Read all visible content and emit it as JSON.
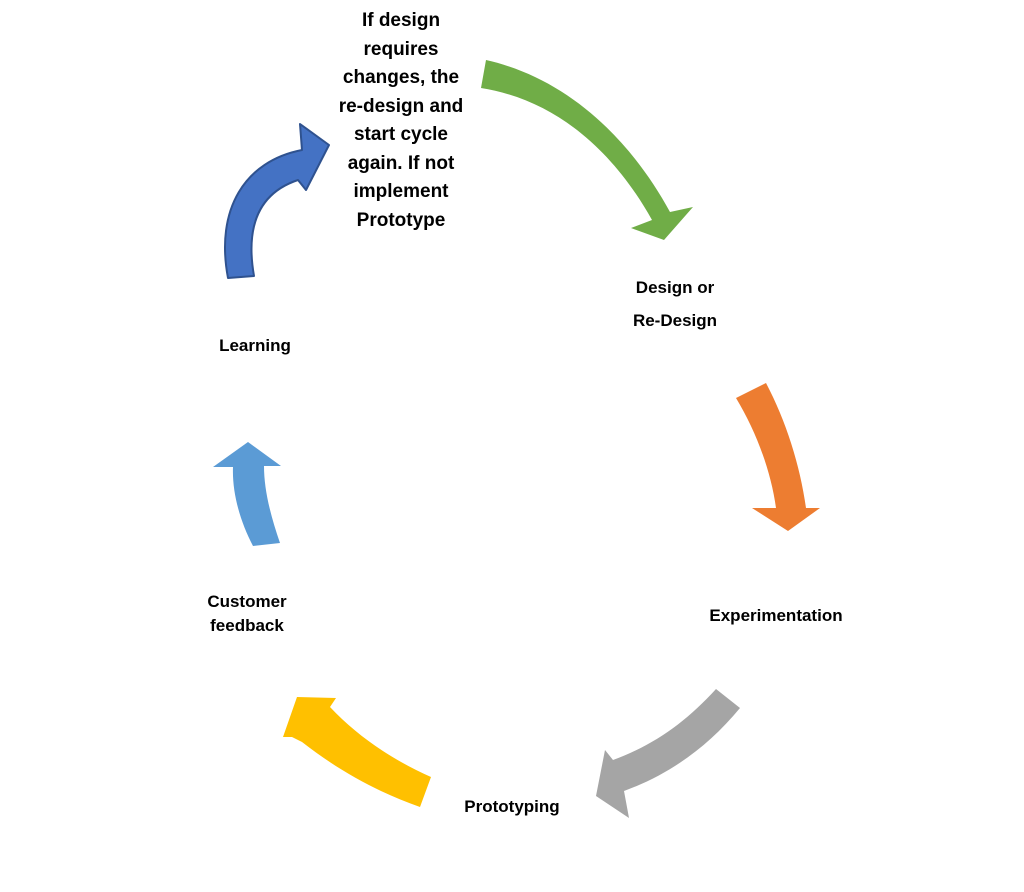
{
  "diagram": {
    "type": "cycle",
    "steps": [
      {
        "id": "design",
        "lines": [
          "Design or",
          "Re-Design"
        ]
      },
      {
        "id": "experimentation",
        "lines": [
          "Experimentation"
        ]
      },
      {
        "id": "prototyping",
        "lines": [
          "Prototyping"
        ]
      },
      {
        "id": "customer-feedback",
        "lines": [
          "Customer",
          "feedback"
        ]
      },
      {
        "id": "learning",
        "lines": [
          "Learning"
        ]
      }
    ],
    "decision_note": {
      "lines": [
        "If design",
        "requires",
        "changes, the",
        "re-design and",
        "start cycle",
        "again. If not",
        "implement",
        "Prototype"
      ]
    }
  },
  "colors": {
    "arrow_green": "#70AD47",
    "arrow_orange": "#ED7D31",
    "arrow_gray": "#A5A5A5",
    "arrow_yellow": "#FFC000",
    "arrow_light_blue": "#5B9BD5",
    "arrow_blue": "#4472C4",
    "arrow_blue_outline": "#2F528F",
    "text": "#000000",
    "background": "#FFFFFF"
  },
  "icons": [
    "arrow-note-to-design",
    "arrow-design-to-experimentation",
    "arrow-experimentation-to-prototyping",
    "arrow-prototyping-to-customer-feedback",
    "arrow-customer-feedback-to-learning",
    "arrow-learning-to-note"
  ]
}
